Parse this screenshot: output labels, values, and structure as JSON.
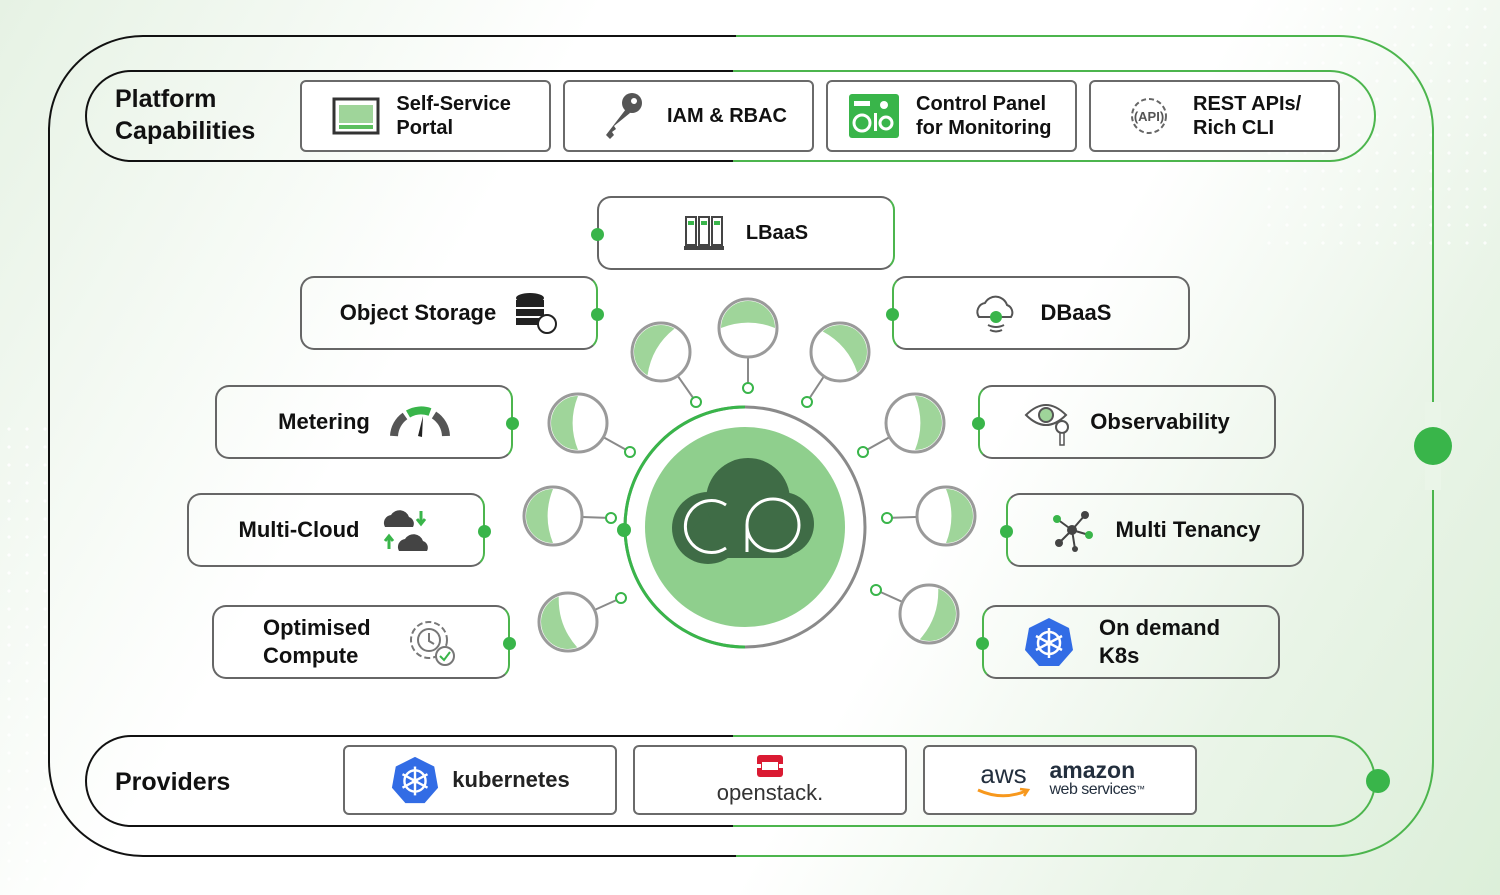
{
  "platform": {
    "label": "Platform Capabilities",
    "items": [
      {
        "label": "Self-Service Portal",
        "icon": "monitor-icon"
      },
      {
        "label": "IAM & RBAC",
        "icon": "key-icon"
      },
      {
        "label": "Control Panel for Monitoring",
        "icon": "control-panel-icon"
      },
      {
        "label": "REST APIs/ Rich CLI",
        "icon": "api-icon"
      }
    ]
  },
  "services": {
    "left": [
      {
        "label": "Object Storage",
        "icon": "database-icon"
      },
      {
        "label": "Metering",
        "icon": "gauge-icon"
      },
      {
        "label": "Multi-Cloud",
        "icon": "clouds-sync-icon"
      },
      {
        "label": "Optimised Compute",
        "icon": "gear-clock-icon"
      }
    ],
    "top": {
      "label": "LBaaS",
      "icon": "servers-icon"
    },
    "right": [
      {
        "label": "DBaaS",
        "icon": "cloud-database-icon"
      },
      {
        "label": "Observability",
        "icon": "eye-icon"
      },
      {
        "label": "Multi Tenancy",
        "icon": "network-nodes-icon"
      },
      {
        "label": "On demand K8s",
        "icon": "kubernetes-icon"
      }
    ]
  },
  "center": {
    "icon": "cp-cloud-logo-icon"
  },
  "providers": {
    "label": "Providers",
    "items": [
      {
        "label": "kubernetes",
        "icon": "kubernetes-icon"
      },
      {
        "label": "openstack.",
        "icon": "openstack-logo-icon"
      },
      {
        "label_aws": "aws",
        "label_amazon": "amazon",
        "label_ws": "web services",
        "label_tm": "™",
        "icon": "aws-smile-icon"
      }
    ]
  },
  "colors": {
    "accent": "#39b54a",
    "accent_light": "#9fd59a",
    "dark": "#111111",
    "hub_dark": "#3f6c46",
    "border": "#6a6a6a",
    "openstack": "#da1a32",
    "aws_orange": "#f7981d",
    "k8s_blue": "#326ce5"
  }
}
